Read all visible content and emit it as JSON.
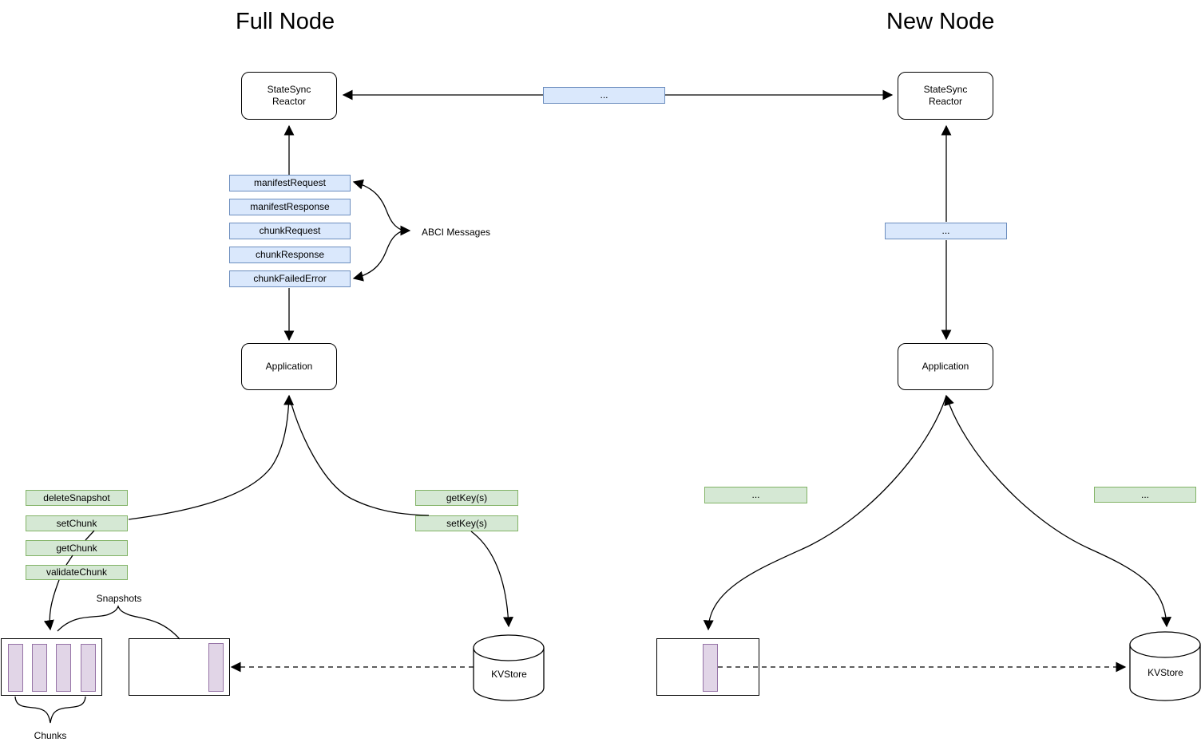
{
  "colors": {
    "blue_fill": "#dae8fc",
    "blue_stroke": "#6c8ebf",
    "green_fill": "#d5e8d4",
    "green_stroke": "#82b366",
    "purple_fill": "#e1d5e7",
    "purple_stroke": "#9673a6",
    "line": "#000000",
    "node_fill": "#ffffff"
  },
  "full_node": {
    "title": "Full Node",
    "reactor": "StateSync\nReactor",
    "application": "Application",
    "abci_boxes": [
      "manifestRequest",
      "manifestResponse",
      "chunkRequest",
      "chunkResponse",
      "chunkFailedError"
    ],
    "abci_label": "ABCI Messages",
    "snapshot_methods": [
      "deleteSnapshot",
      "setChunk",
      "getChunk",
      "validateChunk"
    ],
    "key_methods": [
      "getKey(s)",
      "setKey(s)"
    ],
    "snapshots_label": "Snapshots",
    "chunks_label": "Chunks",
    "kvstore": "KVStore"
  },
  "network_link": {
    "ellipsis": "..."
  },
  "new_node": {
    "title": "New Node",
    "reactor": "StateSync\nReactor",
    "application": "Application",
    "abci_ellipsis": "...",
    "method_ellipsis_left": "...",
    "method_ellipsis_right": "...",
    "kvstore": "KVStore"
  }
}
